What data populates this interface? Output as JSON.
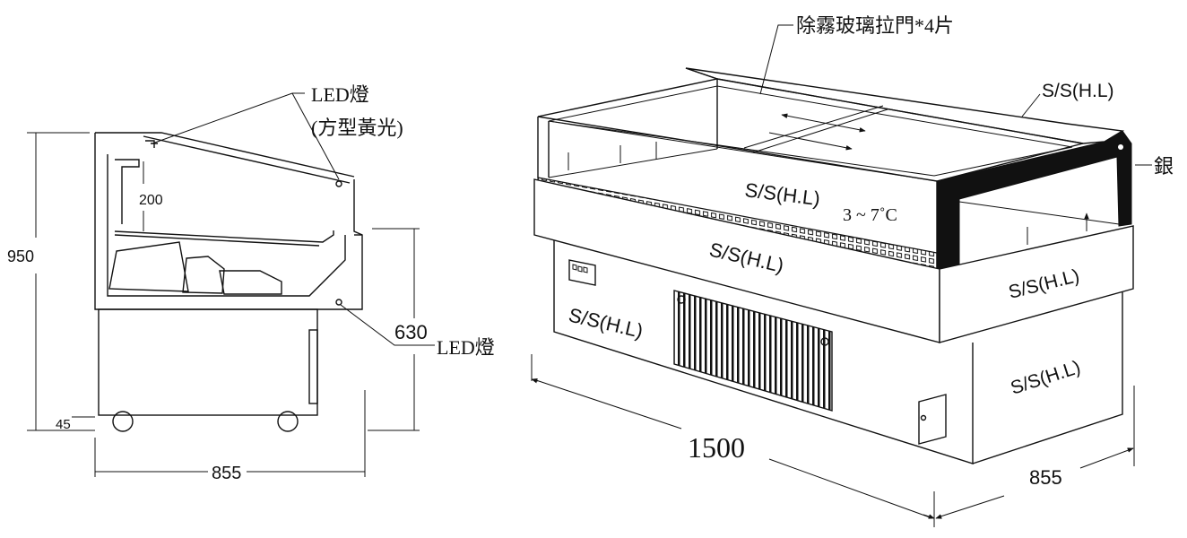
{
  "side_view": {
    "led_label_top": "LED燈",
    "led_label_top_sub": "(方型黃光)",
    "led_label_bottom": "LED燈",
    "dim_height_total": "950",
    "dim_height_counter": "630",
    "dim_shelf_gap": "200",
    "dim_base": "45",
    "dim_depth": "855"
  },
  "iso_view": {
    "glass_door_label": "除霧玻璃拉門*4片",
    "silver_label": "銀",
    "top_rim_label": "S/S(H.L)",
    "inner_front_label": "S/S(H.L)",
    "temperature_label": "3 ~ 7˚C",
    "front_panel_label": "S/S(H.L)",
    "side_panel_label": "S/S(H.L)",
    "lower_left_label": "S/S(H.L)",
    "lower_right_label": "S/S(H.L)",
    "dim_length": "1500",
    "dim_depth": "855"
  }
}
